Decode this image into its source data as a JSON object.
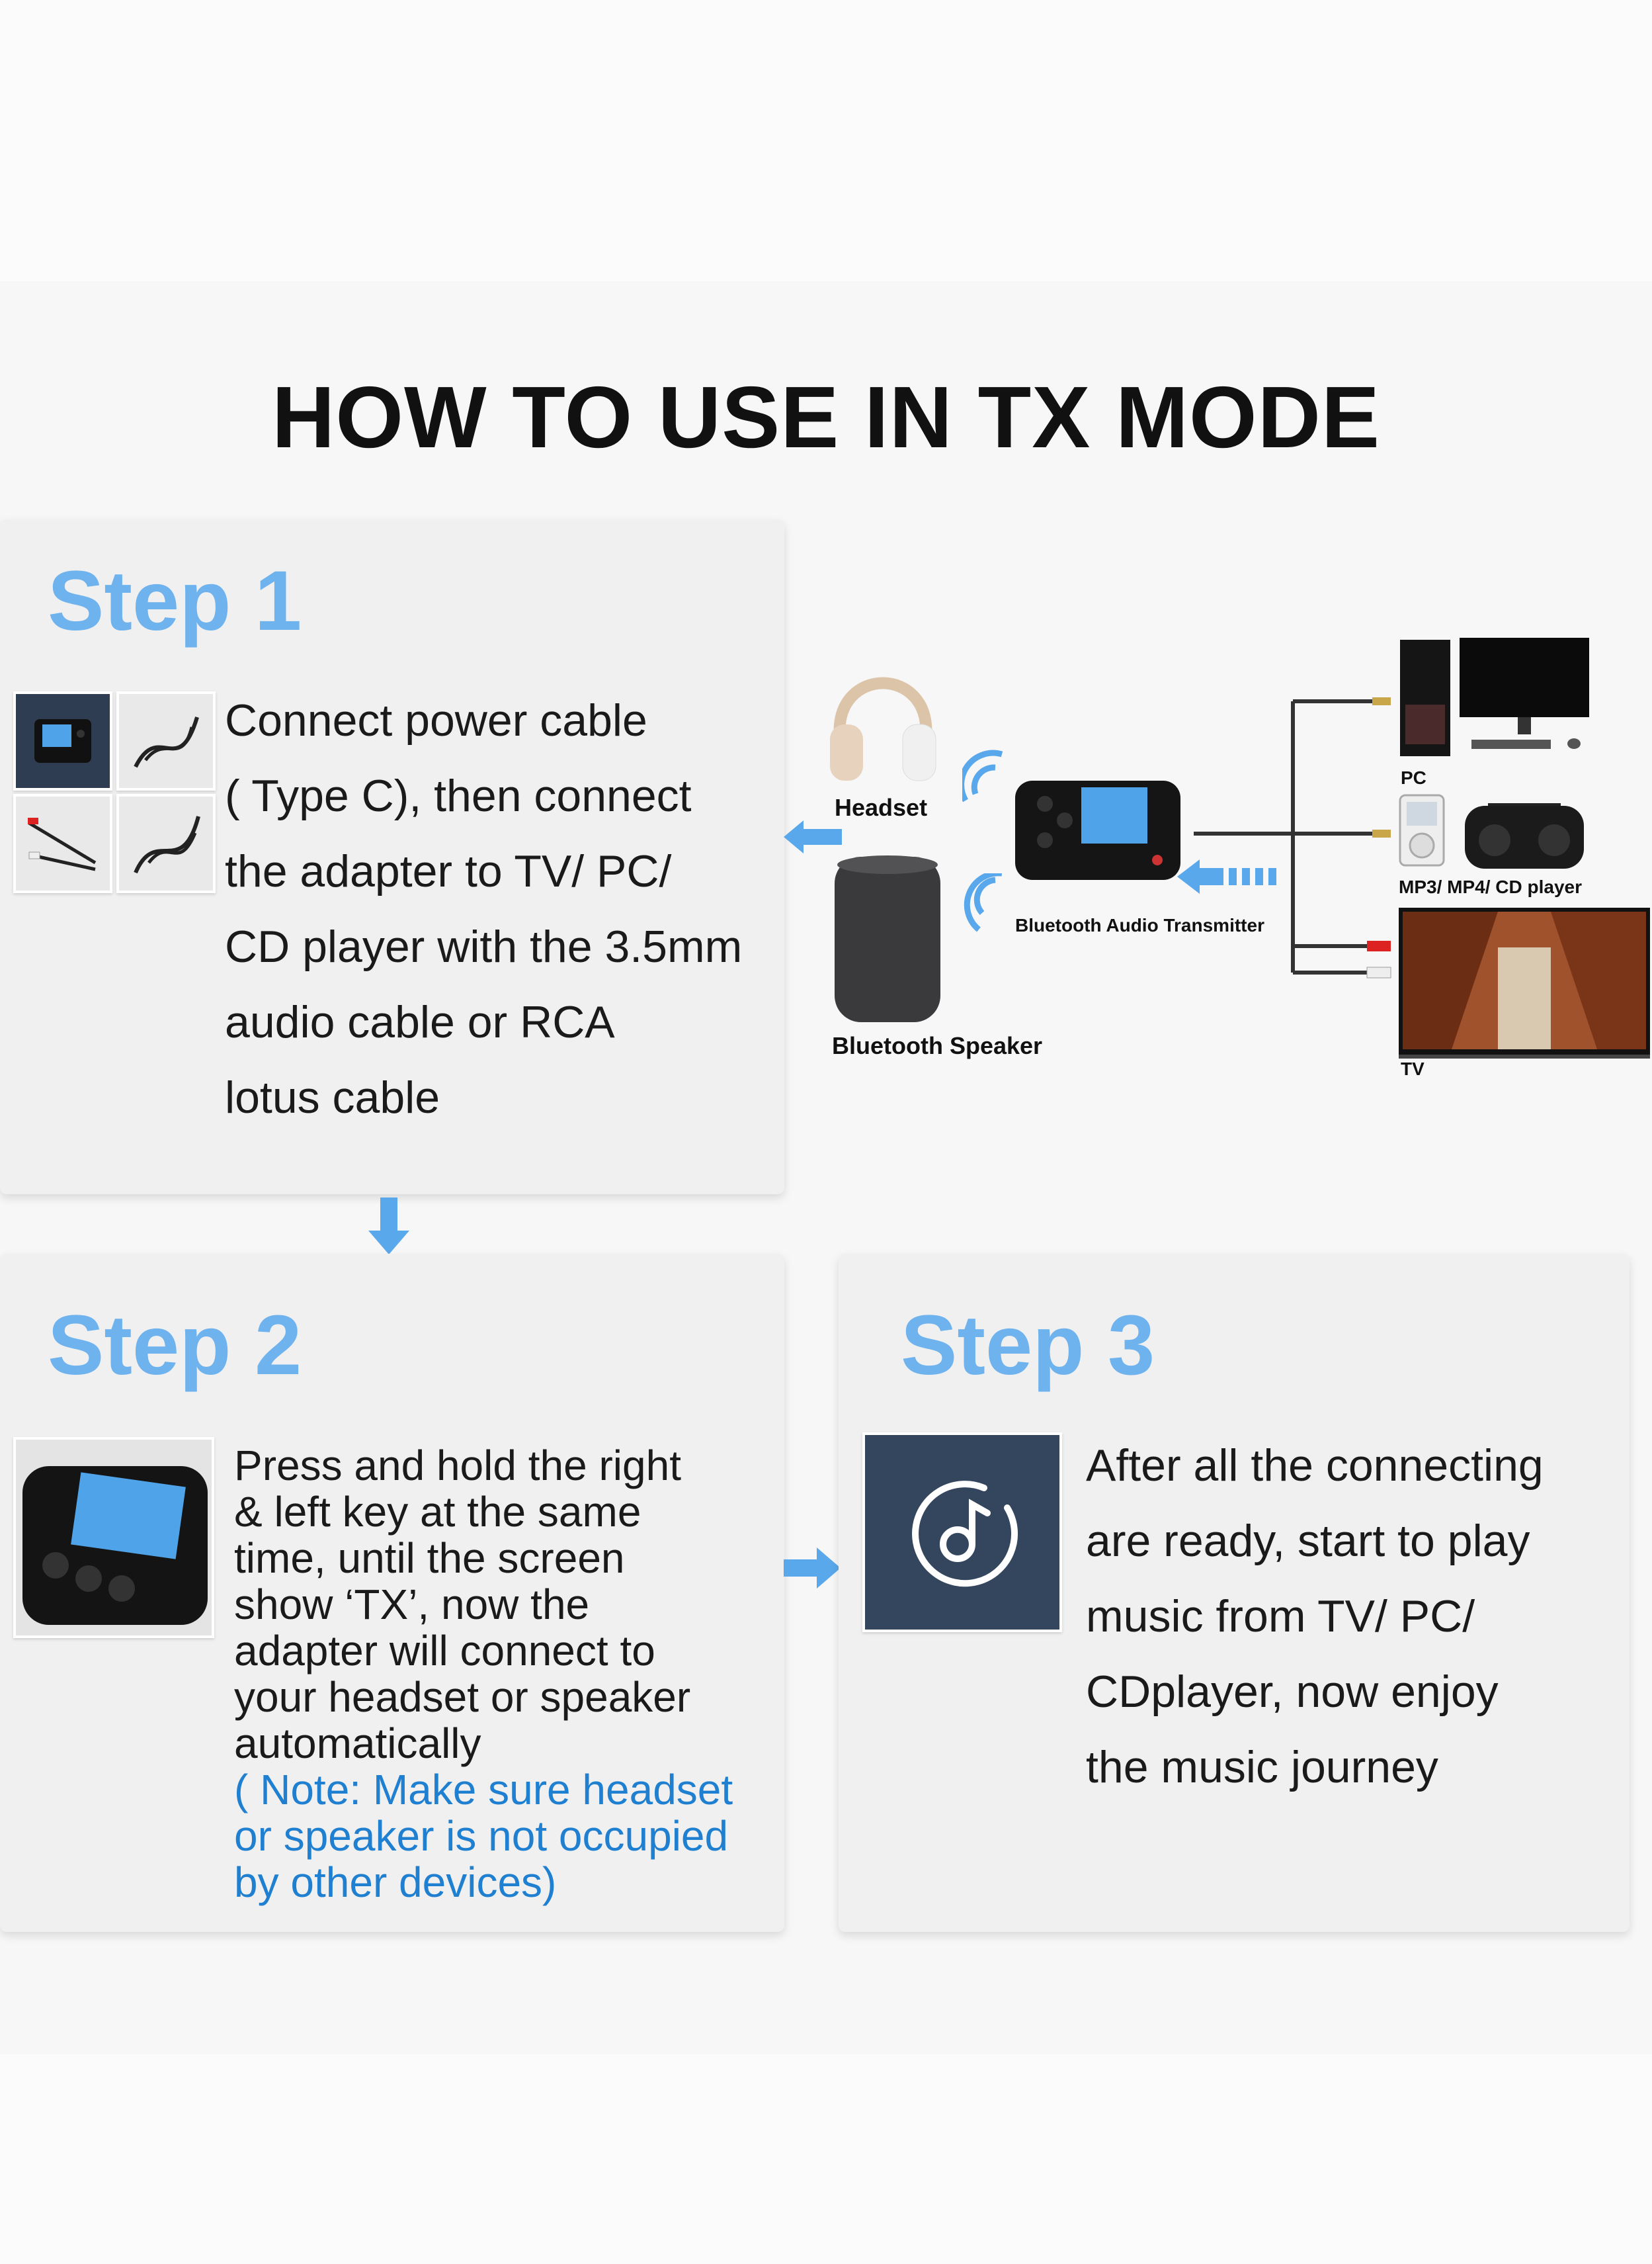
{
  "title": "HOW TO USE IN TX MODE",
  "step1": {
    "label": "Step 1",
    "lines": [
      "Connect power cable",
      "( Type C), then connect",
      "the adapter to TV/ PC/",
      "CD player with the  3.5mm",
      " audio cable or RCA",
      " lotus cable"
    ]
  },
  "step2": {
    "label": "Step 2",
    "lines": [
      "Press and hold the right",
      " & left key at the same",
      "time, until the screen",
      "show ‘TX’, now the",
      "adapter will connect to",
      "your headset or speaker",
      "automatically"
    ],
    "note_lines": [
      "( Note: Make sure headset",
      "or speaker is not occupied",
      "by other devices)"
    ]
  },
  "step3": {
    "label": "Step 3",
    "lines": [
      "After all the connecting",
      "are ready, start to play",
      "music from TV/ PC/",
      "CDplayer, now enjoy",
      "the music journey"
    ]
  },
  "diagram": {
    "headset": "Headset",
    "speaker": "Bluetooth Speaker",
    "transmitter": "Bluetooth Audio Transmitter",
    "pc": "PC",
    "mp3": "MP3/ MP4/ CD player",
    "tv": "TV"
  },
  "colors": {
    "accent": "#6eb2ee",
    "note": "#1f7fd0",
    "arrow": "#5aa8ec"
  }
}
